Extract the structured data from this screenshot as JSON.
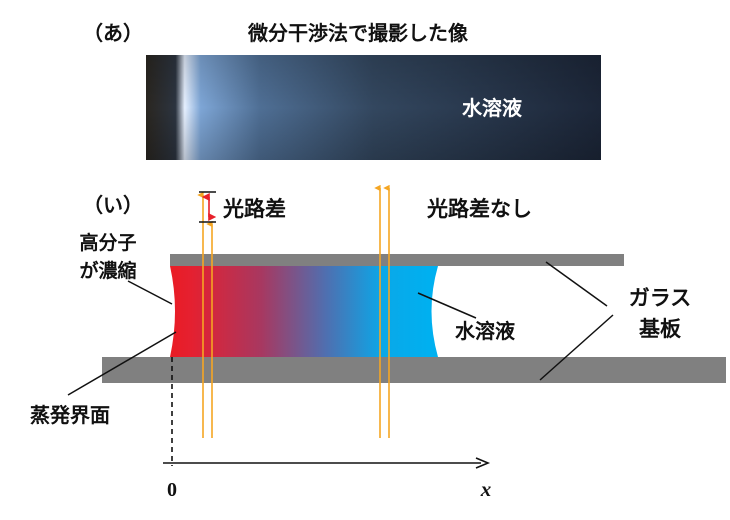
{
  "panel_a": {
    "label": "（あ）",
    "title": "微分干渉法で撮影した像",
    "photo_label": "水溶液"
  },
  "panel_b": {
    "label": "（い）",
    "optical_path_diff": "光路差",
    "no_optical_path_diff": "光路差なし",
    "polymer_line1": "高分子",
    "polymer_line2": "が濃縮",
    "solution": "水溶液",
    "glass_line1": "ガラス",
    "glass_line2": "基板",
    "interface": "蒸発界面",
    "axis_origin": "0",
    "axis_var": "x"
  },
  "colors": {
    "glass": "#808080",
    "concentrated": "#e8202a",
    "solution": "#00aeef",
    "light_ray": "#f5a623",
    "marker": "#e8202a"
  }
}
